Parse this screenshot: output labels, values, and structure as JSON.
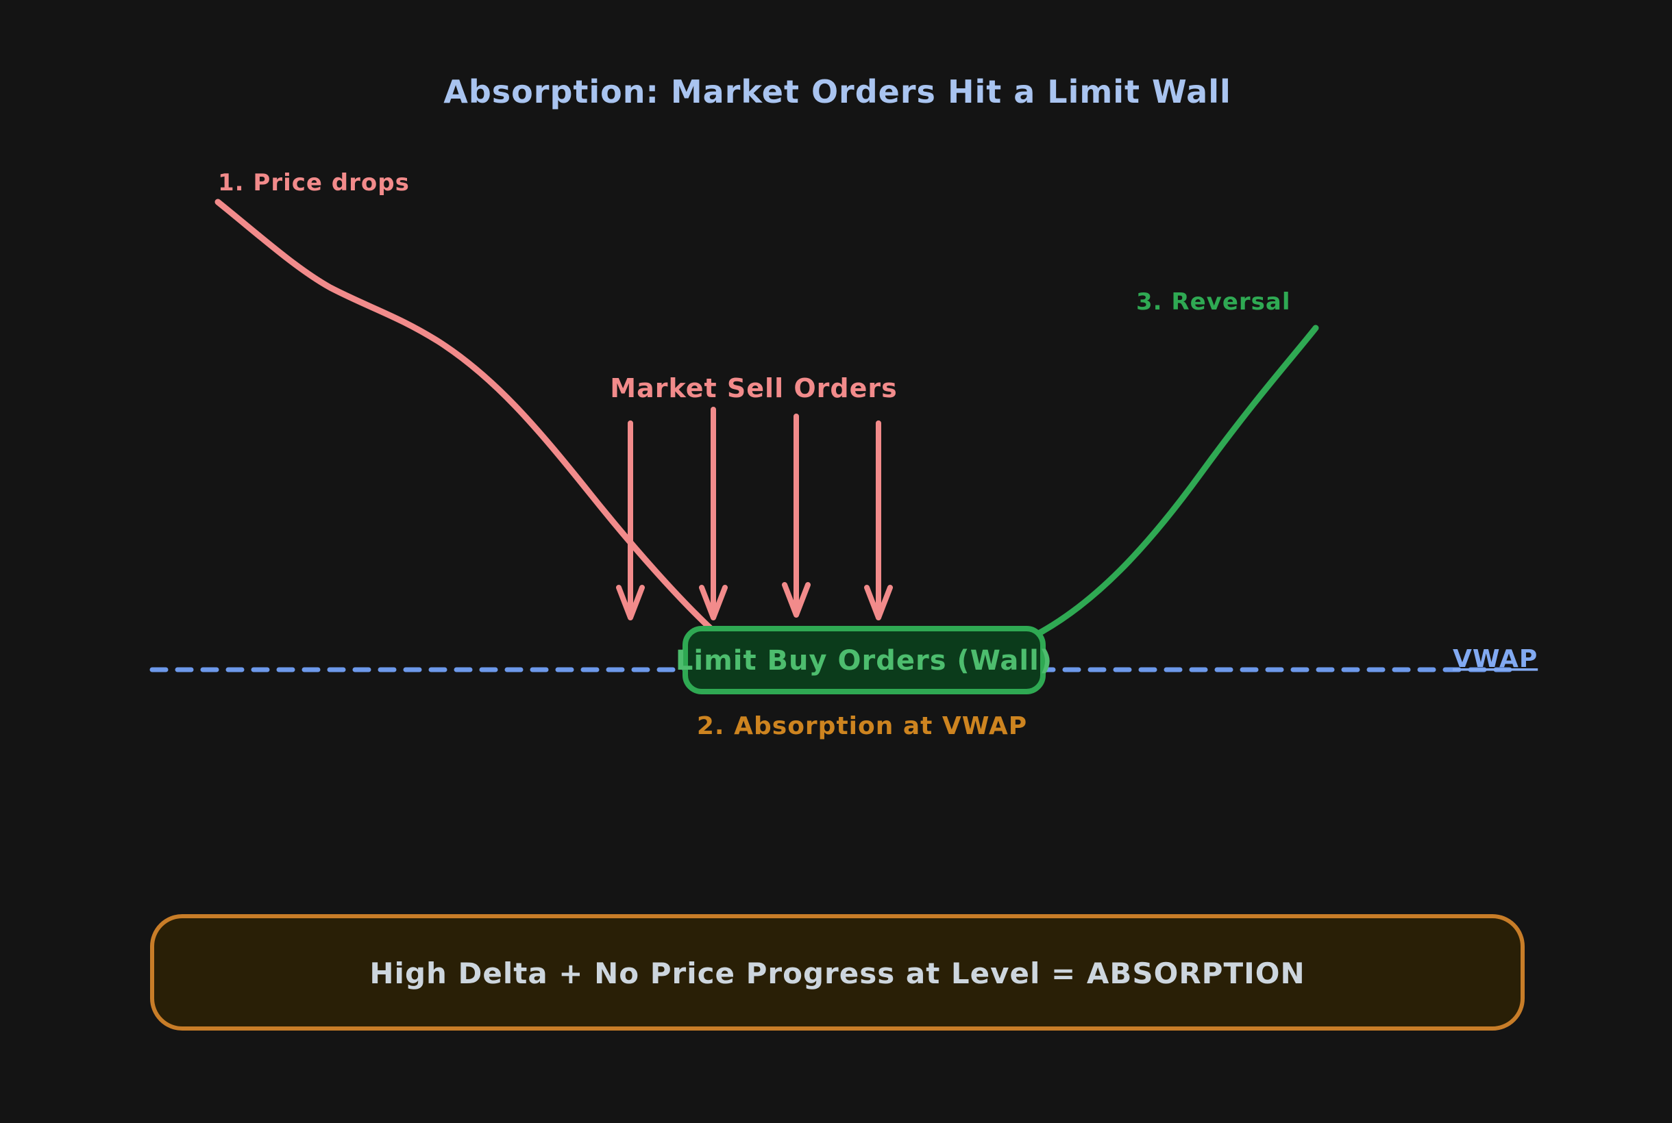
{
  "title": "Absorption: Market Orders Hit a Limit Wall",
  "labels": {
    "step1": "1. Price drops",
    "market_sell_orders": "Market Sell Orders",
    "limit_buy_orders": "Limit Buy Orders (Wall)",
    "step2": "2. Absorption at VWAP",
    "step3": "3. Reversal",
    "vwap": "VWAP",
    "summary": "High Delta + No Price Progress at Level = ABSORPTION"
  },
  "colors": {
    "background": "#141414",
    "title_text": "#a9c4f0",
    "pink": "#f28b8b",
    "green": "#2fa953",
    "green_box_fill": "#0b3b1b",
    "green_box_text": "#4dbd6e",
    "blue_dashed": "#6d99ea",
    "vwap_text": "#82aaf2",
    "orange_text": "#cd8420",
    "summary_border": "#c87d28",
    "summary_fill": "#291f06",
    "summary_text": "#cdd6de"
  }
}
